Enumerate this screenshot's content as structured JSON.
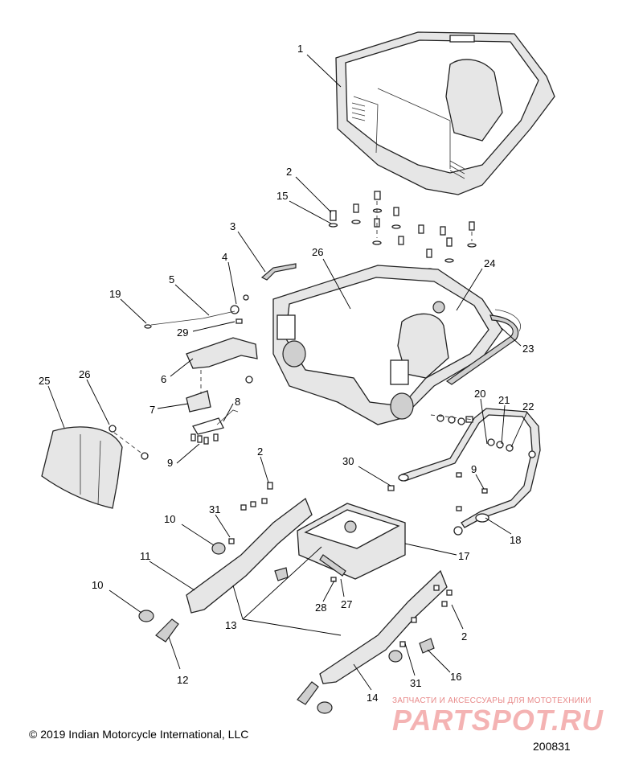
{
  "copyright": "© 2019 Indian Motorcycle International, LLC",
  "diagram_number": "200831",
  "watermark": {
    "tagline": "ЗАПЧАСТИ И АКСЕССУАРЫ ДЛЯ МОТОТЕХНИКИ",
    "brand": "PARTSPOT.RU"
  },
  "callouts": [
    {
      "id": "c1",
      "label": "1"
    },
    {
      "id": "c2a",
      "label": "2"
    },
    {
      "id": "c15",
      "label": "15"
    },
    {
      "id": "c3",
      "label": "3"
    },
    {
      "id": "c4",
      "label": "4"
    },
    {
      "id": "c5",
      "label": "5"
    },
    {
      "id": "c19",
      "label": "19"
    },
    {
      "id": "c29",
      "label": "29"
    },
    {
      "id": "c26a",
      "label": "26"
    },
    {
      "id": "c24",
      "label": "24"
    },
    {
      "id": "c23",
      "label": "23"
    },
    {
      "id": "c6",
      "label": "6"
    },
    {
      "id": "c7",
      "label": "7"
    },
    {
      "id": "c8",
      "label": "8"
    },
    {
      "id": "c9a",
      "label": "9"
    },
    {
      "id": "c25",
      "label": "25"
    },
    {
      "id": "c26b",
      "label": "26"
    },
    {
      "id": "c20",
      "label": "20"
    },
    {
      "id": "c21",
      "label": "21"
    },
    {
      "id": "c22",
      "label": "22"
    },
    {
      "id": "c30",
      "label": "30"
    },
    {
      "id": "c9b",
      "label": "9"
    },
    {
      "id": "c18",
      "label": "18"
    },
    {
      "id": "c2b",
      "label": "2"
    },
    {
      "id": "c31a",
      "label": "31"
    },
    {
      "id": "c10a",
      "label": "10"
    },
    {
      "id": "c11",
      "label": "11"
    },
    {
      "id": "c17",
      "label": "17"
    },
    {
      "id": "c10b",
      "label": "10"
    },
    {
      "id": "c28",
      "label": "28"
    },
    {
      "id": "c27",
      "label": "27"
    },
    {
      "id": "c13",
      "label": "13"
    },
    {
      "id": "c2c",
      "label": "2"
    },
    {
      "id": "c12",
      "label": "12"
    },
    {
      "id": "c16",
      "label": "16"
    },
    {
      "id": "c31b",
      "label": "31"
    },
    {
      "id": "c14",
      "label": "14"
    }
  ]
}
